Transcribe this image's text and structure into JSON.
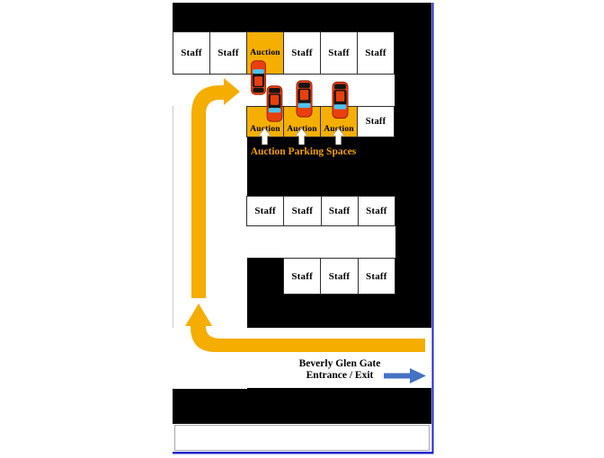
{
  "legend": {
    "auction_label": "Auction Parking Spaces"
  },
  "gate": {
    "line1": "Beverly Glen Gate",
    "line2": "Entrance / Exit"
  },
  "rows": [
    {
      "id": "top",
      "spaces": [
        "Staff",
        "Staff",
        "Auction",
        "Staff",
        "Staff",
        "Staff"
      ]
    },
    {
      "id": "auction",
      "spaces": [
        "Auction",
        "Auction",
        "Auction",
        "Staff"
      ]
    },
    {
      "id": "middle",
      "spaces": [
        "Staff",
        "Staff",
        "Staff",
        "Staff"
      ]
    },
    {
      "id": "lower",
      "spaces": [
        "Staff",
        "Staff",
        "Staff"
      ]
    }
  ],
  "cars": [
    {
      "location": "top-auction-space"
    },
    {
      "location": "lane-above-auction-space-1"
    },
    {
      "location": "lane-above-auction-space-2"
    },
    {
      "location": "lane-above-auction-space-3"
    }
  ],
  "colors": {
    "lot_black": "#000000",
    "space_gold": "#F5AF00",
    "arrow_gold": "#F5AD00",
    "legend_text": "#EFA000",
    "blue_arrow": "#4472C4",
    "border_blue": "#2323CE",
    "car_red": "#E8400E",
    "car_glass": "#4FC3F0"
  }
}
